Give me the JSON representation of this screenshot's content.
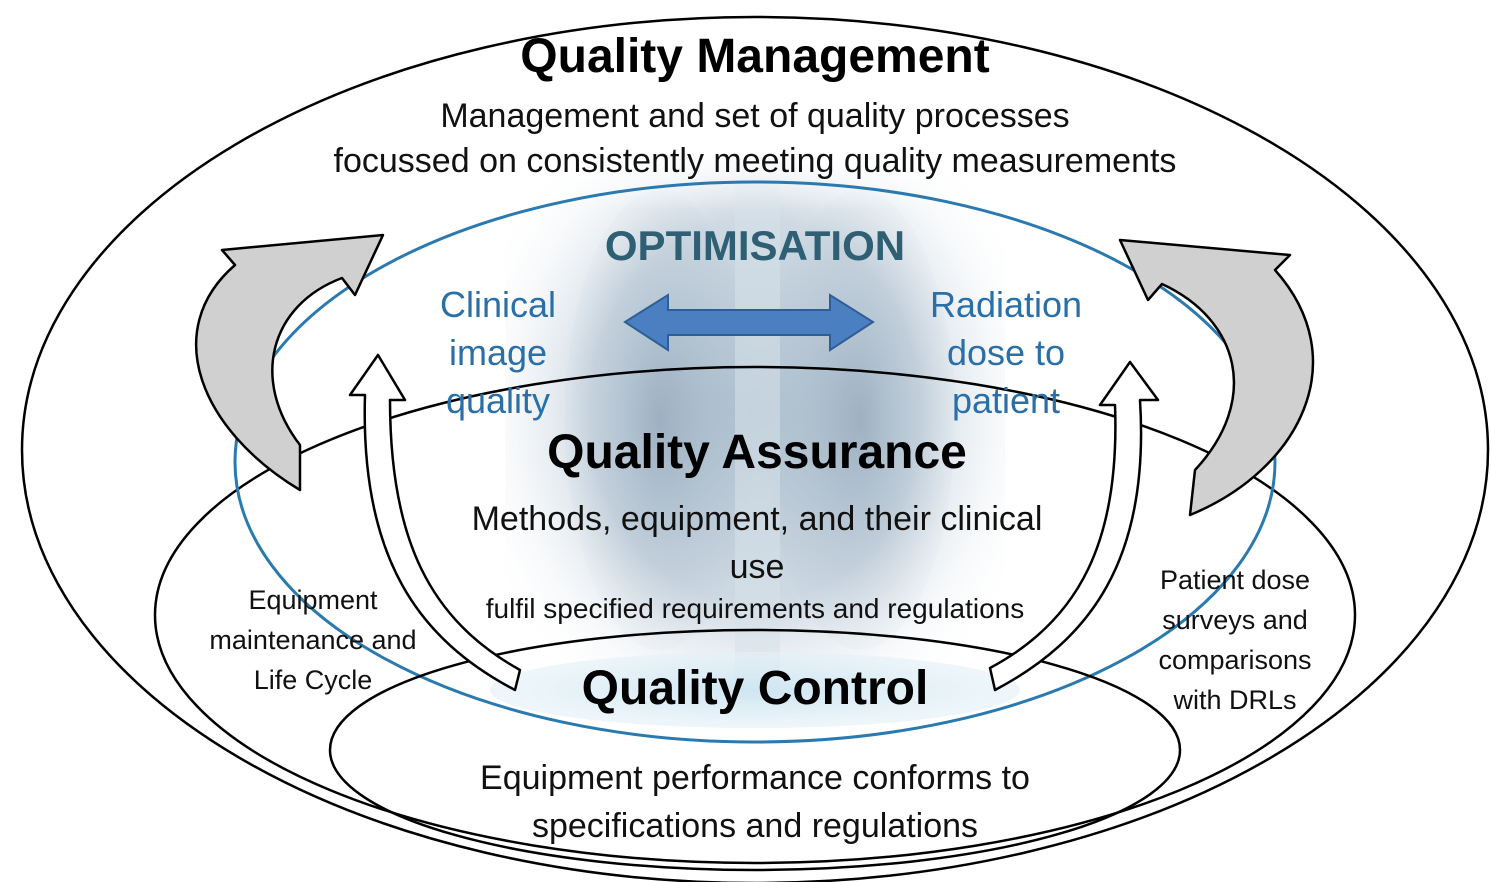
{
  "quality_management": {
    "title": "Quality Management",
    "description_lines": [
      "Management and set of quality processes",
      "focussed on consistently meeting quality measurements"
    ]
  },
  "optimisation": {
    "title": "OPTIMISATION",
    "left_lines": [
      "Clinical",
      "image",
      "quality"
    ],
    "right_lines": [
      "Radiation",
      "dose to",
      "patient"
    ]
  },
  "quality_assurance": {
    "title": "Quality Assurance",
    "description_lines": [
      "Methods, equipment, and their clinical",
      "use"
    ],
    "subtext": "fulfil specified requirements and regulations"
  },
  "quality_control": {
    "title": "Quality Control",
    "description_lines": [
      "Equipment performance conforms to",
      "specifications and regulations"
    ]
  },
  "left_note_lines": [
    "Equipment",
    "maintenance and",
    "Life Cycle"
  ],
  "right_note_lines": [
    "Patient dose",
    "surveys and",
    "comparisons",
    "with DRLs"
  ],
  "colors": {
    "optimisation_ring": "#2a7ab0",
    "optimisation_text": "#2e5f73",
    "blue_text": "#2a6fa8",
    "double_arrow": "#4a7fc1",
    "big_arrow_fill": "#d0d0d0",
    "qc_highlight": "#cfe6f2"
  }
}
